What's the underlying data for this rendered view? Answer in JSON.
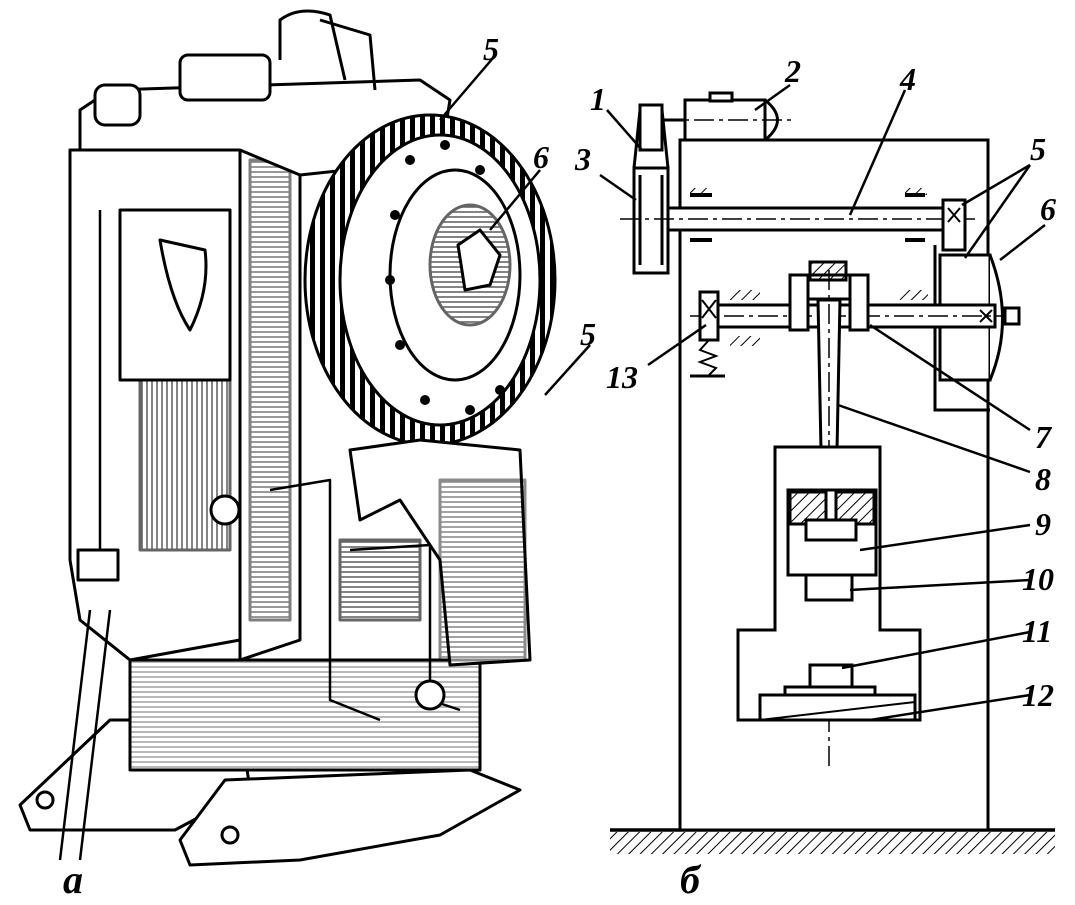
{
  "figure": {
    "panel_a": {
      "caption": "а",
      "labels": {
        "gear": "5",
        "clutch": "6",
        "pinion": "5"
      }
    },
    "panel_b": {
      "caption": "б",
      "labels": {
        "l1": "1",
        "l2": "2",
        "l3": "3",
        "l4": "4",
        "l5": "5",
        "l6": "6",
        "l7": "7",
        "l8": "8",
        "l9": "9",
        "l10": "10",
        "l11": "11",
        "l12": "12",
        "l13": "13"
      }
    }
  }
}
